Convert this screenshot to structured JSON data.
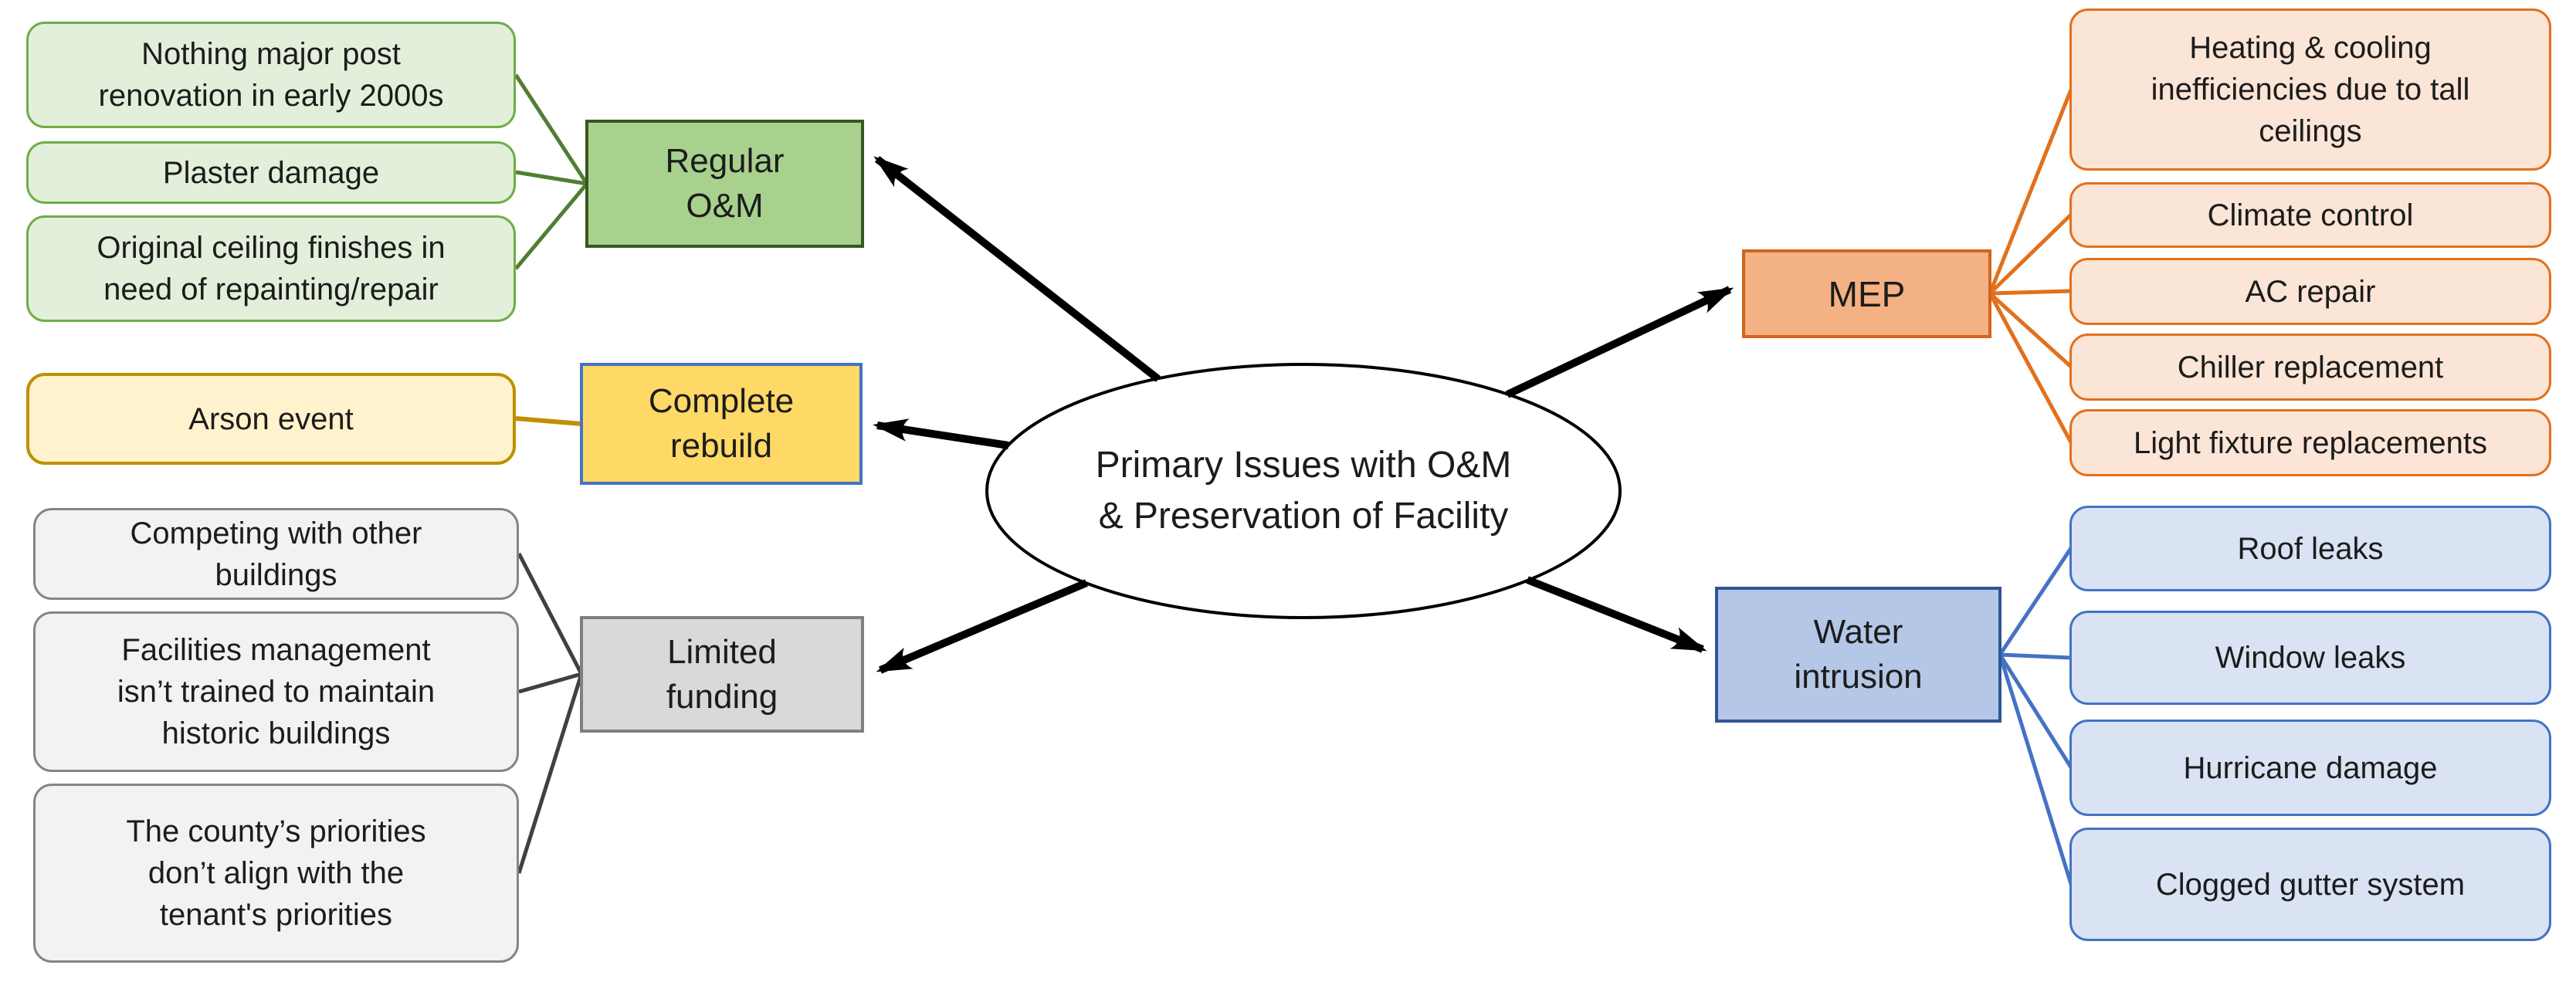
{
  "diagram": {
    "type": "mind-map",
    "center": {
      "title": "Primary Issues with O&M\n& Preservation of Facility",
      "shape": "ellipse",
      "fill": "#ffffff",
      "border": "#000000"
    },
    "branches": [
      {
        "id": "regular-om",
        "label": "Regular\nO&M",
        "side": "left",
        "colors": {
          "category_fill": "#a9d18e",
          "category_border": "#385723",
          "leaf_fill": "#e2efda",
          "leaf_border": "#70ad47",
          "connector": "#507e32"
        },
        "leaves": [
          "Nothing major post\nrenovation in early 2000s",
          "Plaster damage",
          "Original ceiling finishes in\nneed of repainting/repair"
        ]
      },
      {
        "id": "complete-rebuild",
        "label": "Complete\nrebuild",
        "side": "left",
        "colors": {
          "category_fill": "#ffd966",
          "category_border": "#4472c4",
          "leaf_fill": "#fff2cc",
          "leaf_border": "#bf9000",
          "connector": "#bf9000"
        },
        "leaves": [
          "Arson event"
        ]
      },
      {
        "id": "limited-funding",
        "label": "Limited\nfunding",
        "side": "left",
        "colors": {
          "category_fill": "#d9d9d9",
          "category_border": "#7f7f7f",
          "leaf_fill": "#f2f2f2",
          "leaf_border": "#858585",
          "connector": "#404040"
        },
        "leaves": [
          "Competing with other\nbuildings",
          "Facilities management\nisn’t trained to maintain\nhistoric buildings",
          "The county’s priorities\ndon’t align with the\ntenant's priorities"
        ]
      },
      {
        "id": "mep",
        "label": "MEP",
        "side": "right",
        "colors": {
          "category_fill": "#f4b183",
          "category_border": "#d4641c",
          "leaf_fill": "#fbe5d6",
          "leaf_border": "#e2701d",
          "connector": "#e2701d"
        },
        "leaves": [
          "Heating & cooling\ninefficiencies due to tall\nceilings",
          "Climate control",
          "AC repair",
          "Chiller replacement",
          "Light fixture replacements"
        ]
      },
      {
        "id": "water-intrusion",
        "label": "Water\nintrusion",
        "side": "right",
        "colors": {
          "category_fill": "#b4c7e7",
          "category_border": "#2f5597",
          "leaf_fill": "#dae3f3",
          "leaf_border": "#4472c4",
          "connector": "#4472c4"
        },
        "leaves": [
          "Roof leaks",
          "Window leaks",
          "Hurricane damage",
          "Clogged gutter system"
        ]
      }
    ],
    "arrow_color": "#000000"
  }
}
